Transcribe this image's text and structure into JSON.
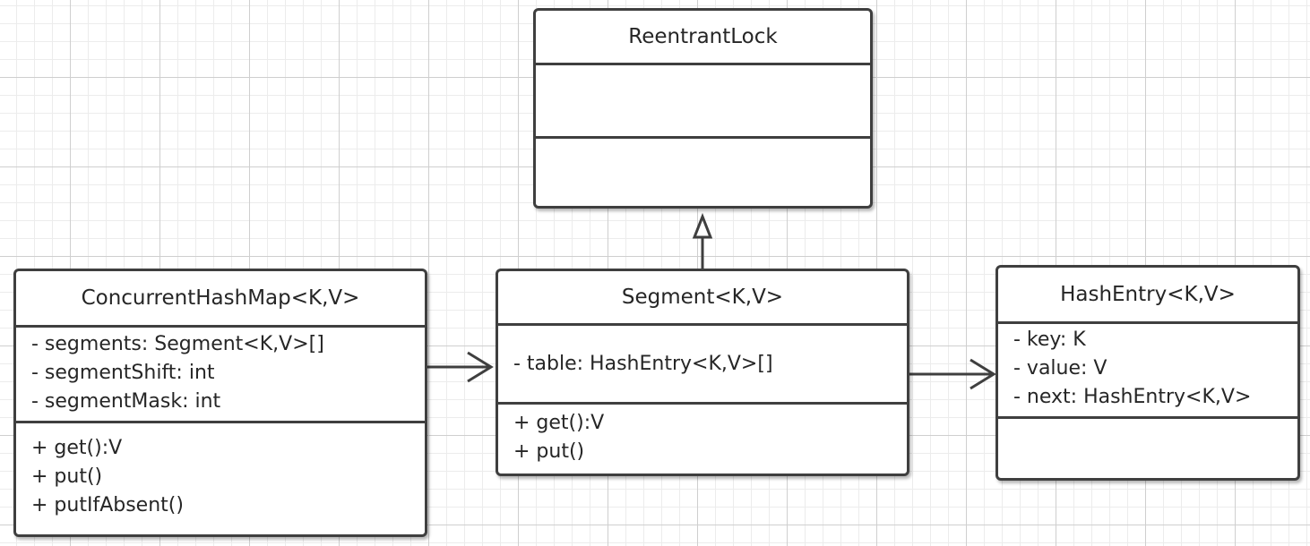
{
  "classes": {
    "reentrant_lock": {
      "name": "ReentrantLock",
      "attributes": [],
      "methods": []
    },
    "concurrent_hash_map": {
      "name": "ConcurrentHashMap<K,V>",
      "attributes": [
        "- segments: Segment<K,V>[]",
        "- segmentShift: int",
        "- segmentMask: int"
      ],
      "methods": [
        "+ get():V",
        "+ put()",
        "+ putIfAbsent()"
      ]
    },
    "segment": {
      "name": "Segment<K,V>",
      "attributes": [
        "- table: HashEntry<K,V>[]"
      ],
      "methods": [
        "+ get():V",
        "+ put()"
      ]
    },
    "hash_entry": {
      "name": "HashEntry<K,V>",
      "attributes": [
        "- key: K",
        "- value: V",
        "- next: HashEntry<K,V>"
      ],
      "methods": []
    }
  },
  "relations": [
    {
      "type": "generalization",
      "from": "Segment<K,V>",
      "to": "ReentrantLock"
    },
    {
      "type": "association",
      "from": "ConcurrentHashMap<K,V>",
      "to": "Segment<K,V>"
    },
    {
      "type": "association",
      "from": "Segment<K,V>",
      "to": "HashEntry<K,V>"
    }
  ],
  "colors": {
    "line": "#3f3f3f",
    "grid_major": "#cfcfcf",
    "grid_minor": "#ececec",
    "background": "#ffffff"
  }
}
